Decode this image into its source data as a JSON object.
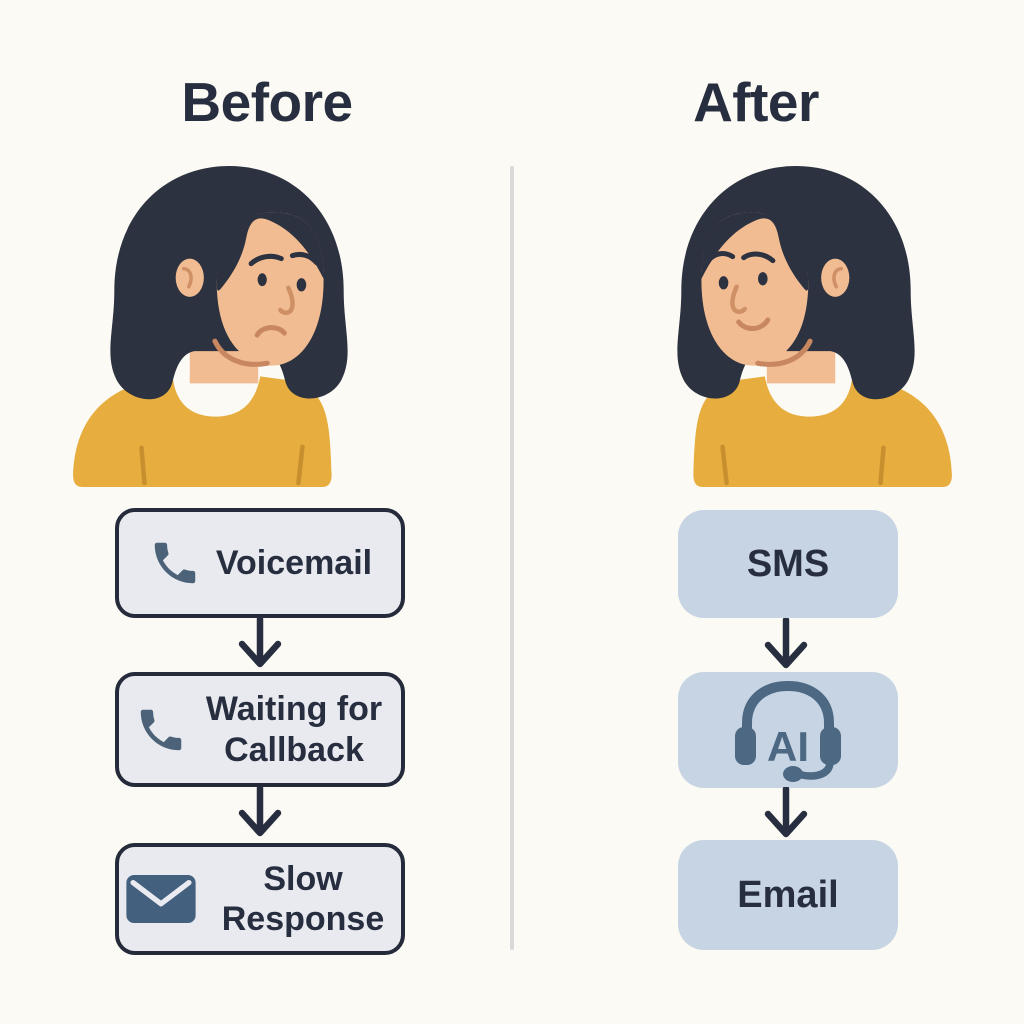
{
  "figure": {
    "type": "before-after-comparison-diagram",
    "description": "Customer support journey before and after, each column headed by a woman illustration above a vertical flowchart"
  },
  "left_panel": {
    "title": "Before",
    "persona": {
      "mood": "sad",
      "description": "frowning woman with dark bob hair and yellow top"
    },
    "steps": [
      {
        "icon": "phone-icon",
        "label": "Voicemail"
      },
      {
        "icon": "phone-icon",
        "label": "Waiting for Callback"
      },
      {
        "icon": "envelope-icon",
        "label": "Slow Response"
      }
    ]
  },
  "right_panel": {
    "title": "After",
    "persona": {
      "mood": "happy",
      "description": "smiling woman with dark bob hair and yellow top"
    },
    "steps": [
      {
        "icon": null,
        "label": "SMS"
      },
      {
        "icon": "headset-ai-icon",
        "label": "AI"
      },
      {
        "icon": null,
        "label": "Email"
      }
    ]
  },
  "colors": {
    "background": "#fcfaf4",
    "ink": "#272e3f",
    "divider": "#dadada",
    "left_box_fill": "#e8eaef",
    "left_box_border": "#252b3b",
    "right_box_fill": "#c7d4e3",
    "icon_slate": "#4c6883",
    "hair": "#2d3240",
    "skin": "#f2bc92",
    "shirt": "#e7ae3f"
  }
}
